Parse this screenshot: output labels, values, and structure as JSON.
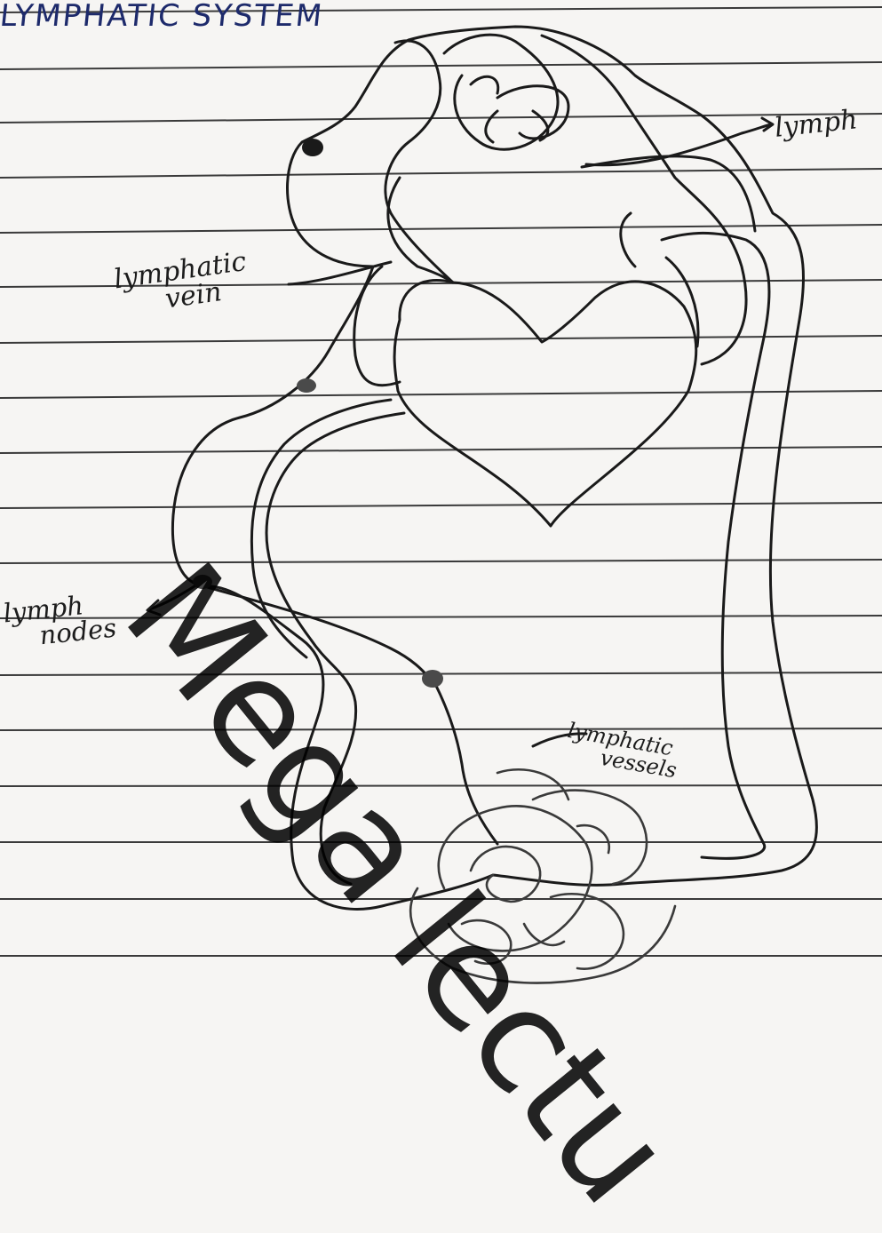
{
  "title": "LYMPHATIC SYSTEM",
  "labels": {
    "lymph": "lymph",
    "lymphatic_vein_line1": "lymphatic",
    "lymphatic_vein_line2": "vein",
    "lymph_nodes_line1": "lymph",
    "lymph_nodes_line2": "nodes",
    "lymphatic_vessels_line1": "lymphatic",
    "lymphatic_vessels_line2": "vessels"
  },
  "watermark": "Mega lectu",
  "colors": {
    "paper": "#f6f5f3",
    "rule_line": "#3a3a3a",
    "ink": "#1a1a1a",
    "title_ink": "#1d2a6b"
  }
}
